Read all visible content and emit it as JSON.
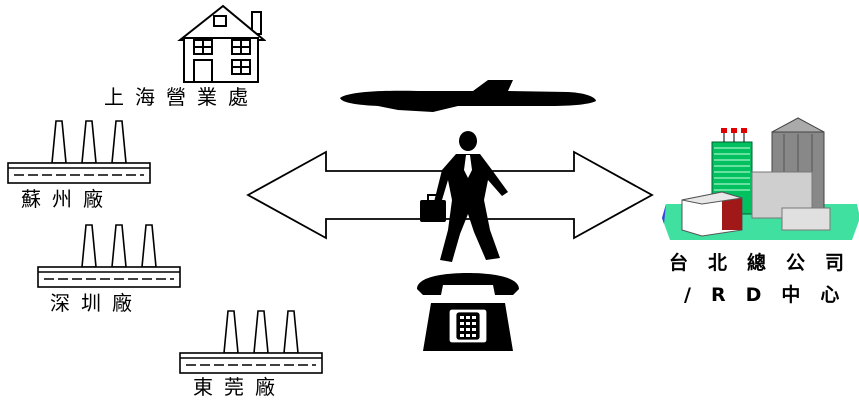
{
  "locations": {
    "shanghai": "上海營業處",
    "suzhou": "蘇州廠",
    "shenzhen": "深圳廠",
    "dongguan": "東莞廠"
  },
  "headquarters": {
    "line1": "台北總公司",
    "line2": "/RD中心"
  },
  "colors": {
    "building_green": "#00c060",
    "building_red": "#a01818",
    "base_cyan": "#40e0a0",
    "base_blue": "#4040e0",
    "antenna_red": "#e00000"
  },
  "icons": [
    "house-icon",
    "factory-icon",
    "airplane-icon",
    "businessman-icon",
    "telephone-icon",
    "office-buildings-icon",
    "double-arrow-icon"
  ]
}
